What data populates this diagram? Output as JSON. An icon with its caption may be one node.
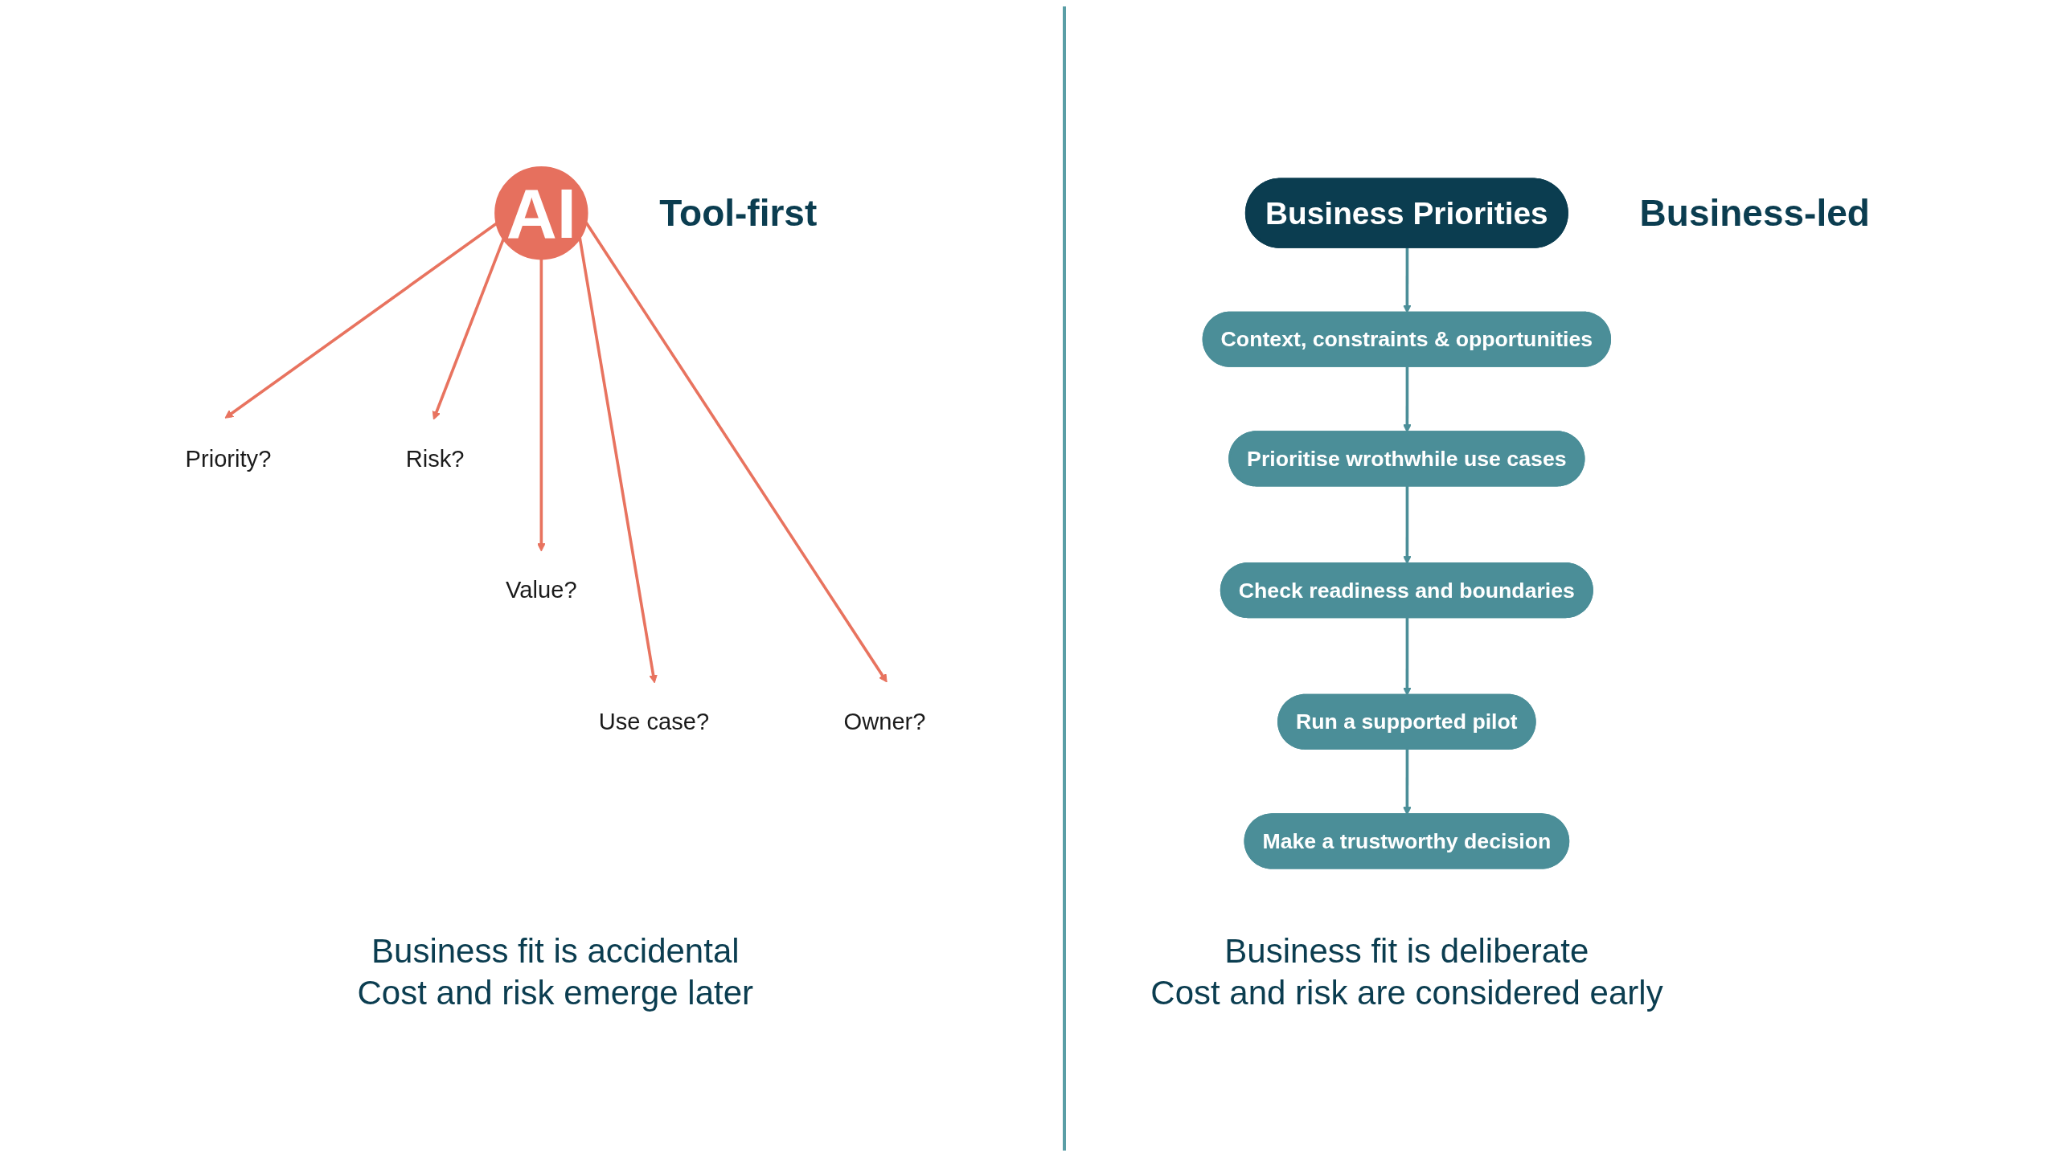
{
  "diagram": {
    "nodes": [
      {
        "text": [
          "AI"
        ]
      },
      {
        "text": [
          "Priority?"
        ]
      },
      {
        "text": [
          "Risk?"
        ]
      },
      {
        "text": [
          "Value?"
        ]
      },
      {
        "text": [
          "Use case?"
        ]
      },
      {
        "text": [
          "Owner?"
        ]
      },
      {
        "text": [
          "Business Priorities"
        ]
      },
      {
        "text": [
          "Context, constraints & opportunities"
        ]
      },
      {
        "text": [
          "Prioritise wrothwhile use cases"
        ]
      },
      {
        "text": [
          "Check readiness and boundaries"
        ]
      },
      {
        "text": [
          "Run a supported pilot"
        ]
      },
      {
        "text": [
          "Make a trustworthy decision"
        ]
      }
    ],
    "edges": [
      {
        "from": 0,
        "to": 1,
        "arrow": "to",
        "color": "#e8735f"
      },
      {
        "from": 0,
        "to": 4,
        "arrow": "to",
        "color": "#e8735f"
      },
      {
        "from": 0,
        "to": 3,
        "arrow": "to",
        "color": "#e8735f"
      },
      {
        "from": 0,
        "to": 5,
        "arrow": "to",
        "color": "#e8735f"
      },
      {
        "from": 0,
        "to": 2,
        "arrow": "to",
        "color": "#e8735f"
      },
      {
        "from": 6,
        "to": 7,
        "arrow": "to",
        "color": "#4b8e98"
      },
      {
        "from": 7,
        "to": 8,
        "arrow": "to",
        "color": "#4b8e98"
      },
      {
        "from": 8,
        "to": 9,
        "arrow": "to",
        "color": "#4b8e98"
      },
      {
        "from": 9,
        "to": 10,
        "arrow": "to",
        "color": "#4b8e98"
      },
      {
        "from": 10,
        "to": 11,
        "arrow": "to",
        "color": "#4b8e98"
      }
    ],
    "labels": [
      "Tool-first",
      "Business-led",
      "Business fit is accidental",
      "Cost and risk emerge later",
      "Business fit is deliberate",
      "Cost and risk are considered early"
    ]
  }
}
